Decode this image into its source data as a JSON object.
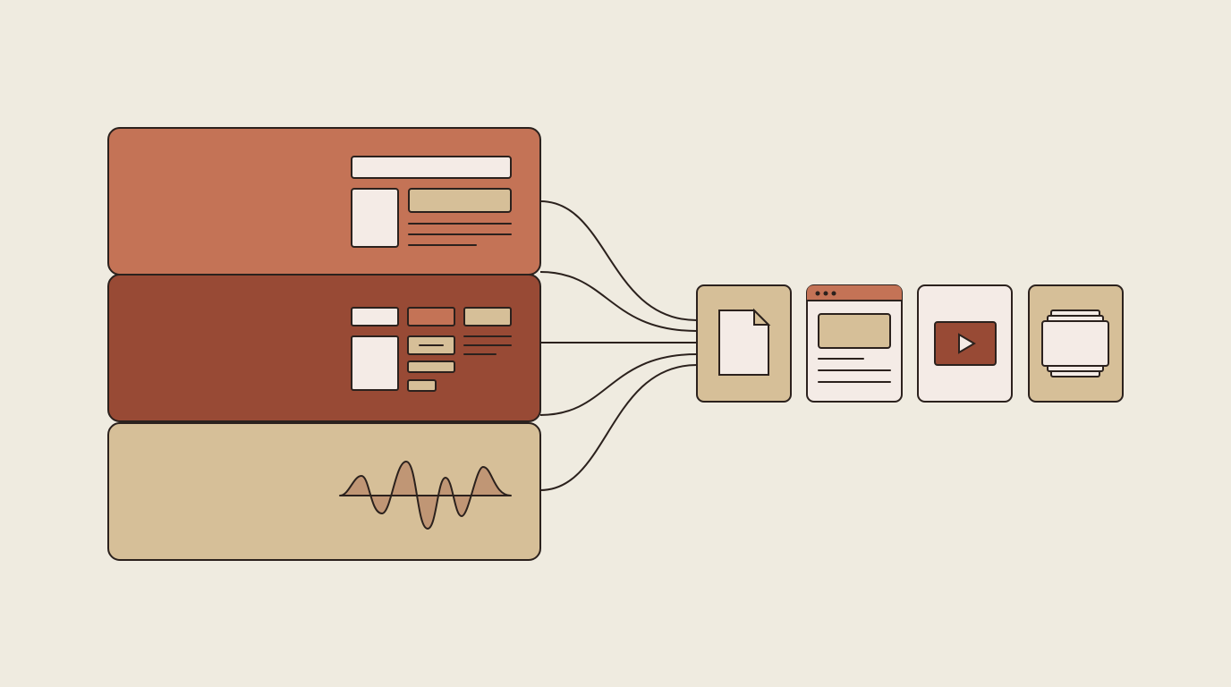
{
  "colors": {
    "background": "#efebe0",
    "outline": "#2b211d",
    "terracotta": "#c47356",
    "rust": "#984a35",
    "tan": "#d6bf98",
    "cream": "#f4ebe6"
  },
  "layers": [
    {
      "name": "document-layout-layer",
      "fill": "terracotta",
      "icon": "layout-wireframe-icon"
    },
    {
      "name": "ui-components-layer",
      "fill": "rust",
      "icon": "component-grid-icon"
    },
    {
      "name": "audio-waveform-layer",
      "fill": "tan",
      "icon": "waveform-icon"
    }
  ],
  "outputs": [
    {
      "name": "output-document",
      "fill": "tan",
      "icon": "document-icon"
    },
    {
      "name": "output-web-page",
      "fill": "cream",
      "icon": "browser-window-icon"
    },
    {
      "name": "output-video",
      "fill": "cream",
      "icon": "video-play-icon"
    },
    {
      "name": "output-slide-stack",
      "fill": "tan",
      "icon": "slide-stack-icon"
    }
  ]
}
